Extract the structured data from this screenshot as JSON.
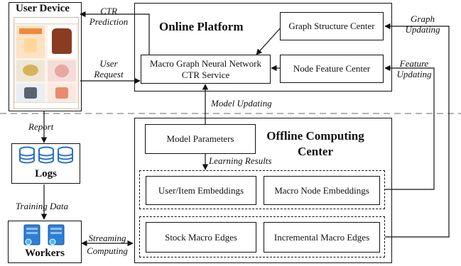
{
  "user_device": {
    "title": "User Device",
    "report": "Report"
  },
  "online_platform": {
    "title": "Online Platform",
    "ctr_service_line1": "Macro Graph Neural Network",
    "ctr_service_line2": "CTR Service",
    "graph_structure_center": "Graph Structure Center",
    "node_feature_center": "Node Feature Center"
  },
  "offline_center": {
    "title_line1": "Offline Computing",
    "title_line2": "Center",
    "model_parameters": "Model Parameters",
    "learning_results": "Learning Results",
    "user_item_embeddings": "User/Item Embeddings",
    "macro_node_embeddings": "Macro Node Embeddings",
    "stock_macro_edges": "Stock Macro Edges",
    "incremental_macro_edges": "Incremental Macro Edges"
  },
  "edges": {
    "ctr_prediction_line1": "CTR",
    "ctr_prediction_line2": "Prediction",
    "user_request_line1": "User",
    "user_request_line2": "Request",
    "model_updating": "Model Updating",
    "graph_updating_line1": "Graph",
    "graph_updating_line2": "Updating",
    "feature_updating_line1": "Feature",
    "feature_updating_line2": "Updating",
    "training_data": "Training Data",
    "streaming_computing_line1": "Streaming",
    "streaming_computing_line2": "Computing"
  },
  "logs": {
    "label": "Logs"
  },
  "workers": {
    "label": "Workers"
  }
}
